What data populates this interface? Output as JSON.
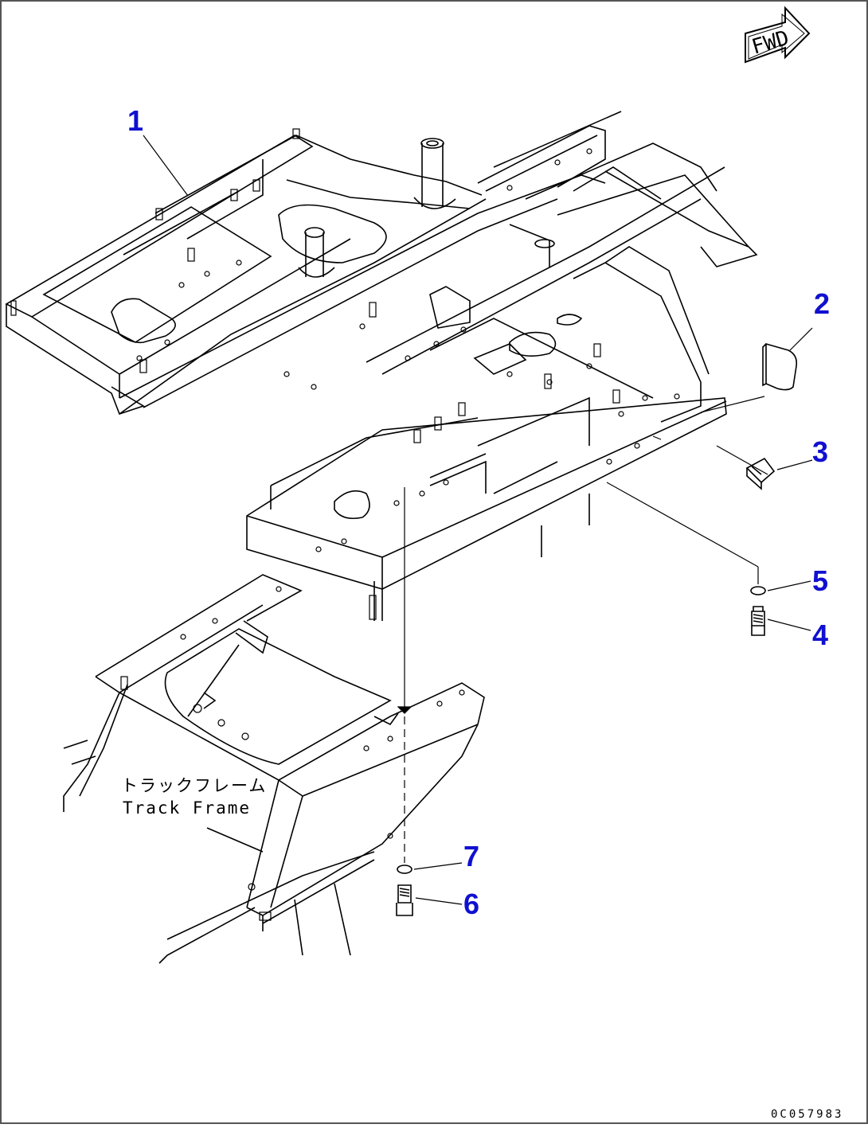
{
  "diagram": {
    "fwd_label": "FWD",
    "track_frame_jp": "トラックフレーム",
    "track_frame_en": "Track Frame",
    "doc_id": "0C057983",
    "callouts": [
      {
        "number": "1",
        "color": "#1010d0"
      },
      {
        "number": "2",
        "color": "#1010d0"
      },
      {
        "number": "3",
        "color": "#1010d0"
      },
      {
        "number": "4",
        "color": "#1010d0"
      },
      {
        "number": "5",
        "color": "#1010d0"
      },
      {
        "number": "6",
        "color": "#1010d0"
      },
      {
        "number": "7",
        "color": "#1010d0"
      }
    ],
    "line_color": "#000000",
    "border_color": "#555555"
  }
}
